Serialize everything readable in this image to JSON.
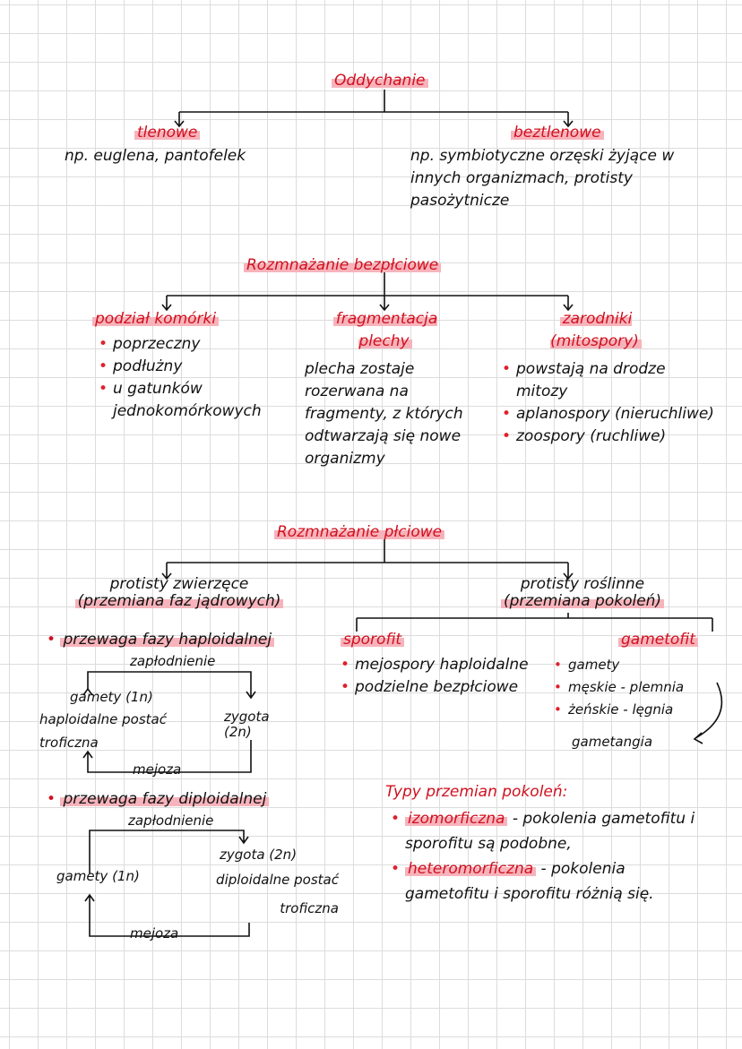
{
  "respiration": {
    "title": "Oddychanie",
    "aerobic": {
      "label": "tlenowe",
      "example": "np. euglena, pantofelek"
    },
    "anaerobic": {
      "label": "beztlenowe",
      "example": "np. symbiotyczne orzęski żyjące w innych organizmach, protisty pasożytnicze"
    }
  },
  "asexual": {
    "title": "Rozmnażanie bezpłciowe",
    "cell_division": {
      "title": "podział komórki",
      "items": [
        "poprzeczny",
        "podłużny",
        "u gatunków jednokomórkowych"
      ]
    },
    "fragmentation": {
      "title": "fragmentacja plechy",
      "text": "plecha zostaje rozerwana na fragmenty, z których odtwarzają się nowe organizmy"
    },
    "spores": {
      "title": "zarodniki (mitospory)",
      "items": [
        "powstają na drodze mitozy",
        "aplanospory (nieruchliwe)",
        "zoospory (ruchliwe)"
      ]
    }
  },
  "sexual": {
    "title": "Rozmnażanie płciowe",
    "animal_protists": {
      "title": "protisty zwierzęce",
      "subtitle": "(przemiana faz jądrowych)"
    },
    "plant_protists": {
      "title": "protisty roślinne",
      "subtitle": "(przemiana pokoleń)"
    },
    "haploid_cycle": {
      "heading": "przewaga fazy haploidalnej",
      "fertilization": "zapłodnienie",
      "gametes": "gamety (1n)",
      "haploid_form": "haploidalne postać troficzna",
      "zygote": "zygota (2n)",
      "meiosis": "mejoza"
    },
    "diploid_cycle": {
      "heading": "przewaga fazy diploidalnej",
      "fertilization": "zapłodnienie",
      "zygote": "zygota (2n)",
      "gametes": "gamety (1n)",
      "diploid_form": "diploidalne postać troficzna",
      "meiosis": "mejoza"
    },
    "sporophyte": {
      "title": "sporofit",
      "items": [
        "mejospory haploidalne",
        "podzielne bezpłciowe"
      ]
    },
    "gametophyte": {
      "title": "gametofit",
      "items": [
        "gamety",
        "męskie - plemnia",
        "żeńskie - lęgnia"
      ],
      "gametangia": "gametangia"
    },
    "generation_types": {
      "title": "Typy przemian pokoleń:",
      "iso_term": "izomorficzna",
      "iso_text": " - pokolenia gametofitu i sporofitu są podobne,",
      "hetero_term": "heteromorficzna",
      "hetero_text": " - pokolenia gametofitu i sporofitu różnią się."
    }
  }
}
